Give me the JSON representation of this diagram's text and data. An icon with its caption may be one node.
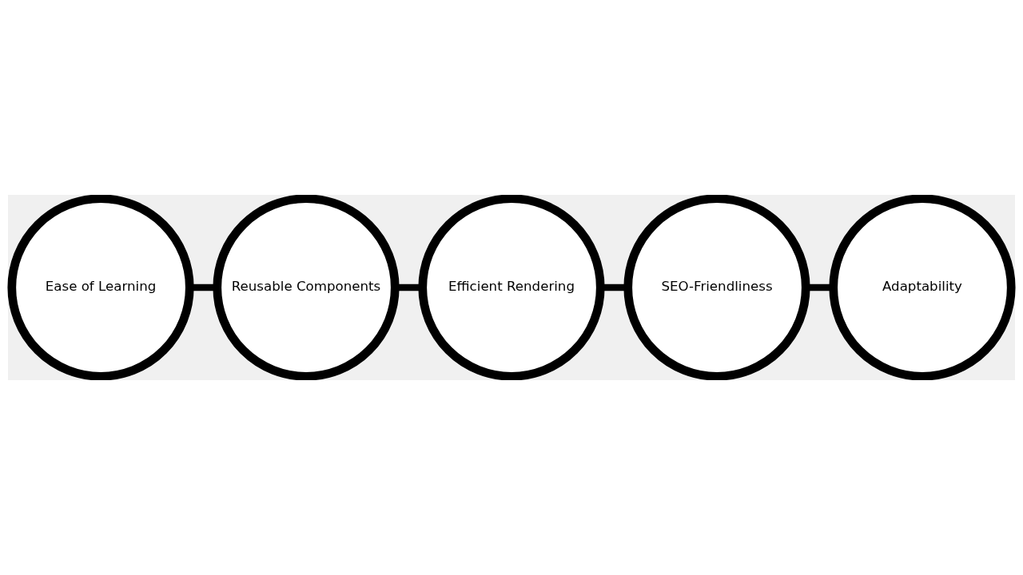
{
  "diagram": {
    "nodes": [
      {
        "text": [
          "Ease of Learning"
        ]
      },
      {
        "text": [
          "Reusable Components"
        ]
      },
      {
        "text": [
          "Efficient Rendering"
        ]
      },
      {
        "text": [
          "SEO-Friendliness"
        ]
      },
      {
        "text": [
          "Adaptability"
        ]
      }
    ],
    "edges": [
      {
        "from": 0,
        "to": 1,
        "arrow": "none"
      },
      {
        "from": 1,
        "to": 2,
        "arrow": "none"
      },
      {
        "from": 2,
        "to": 3,
        "arrow": "none"
      },
      {
        "from": 3,
        "to": 4,
        "arrow": "none"
      }
    ]
  }
}
